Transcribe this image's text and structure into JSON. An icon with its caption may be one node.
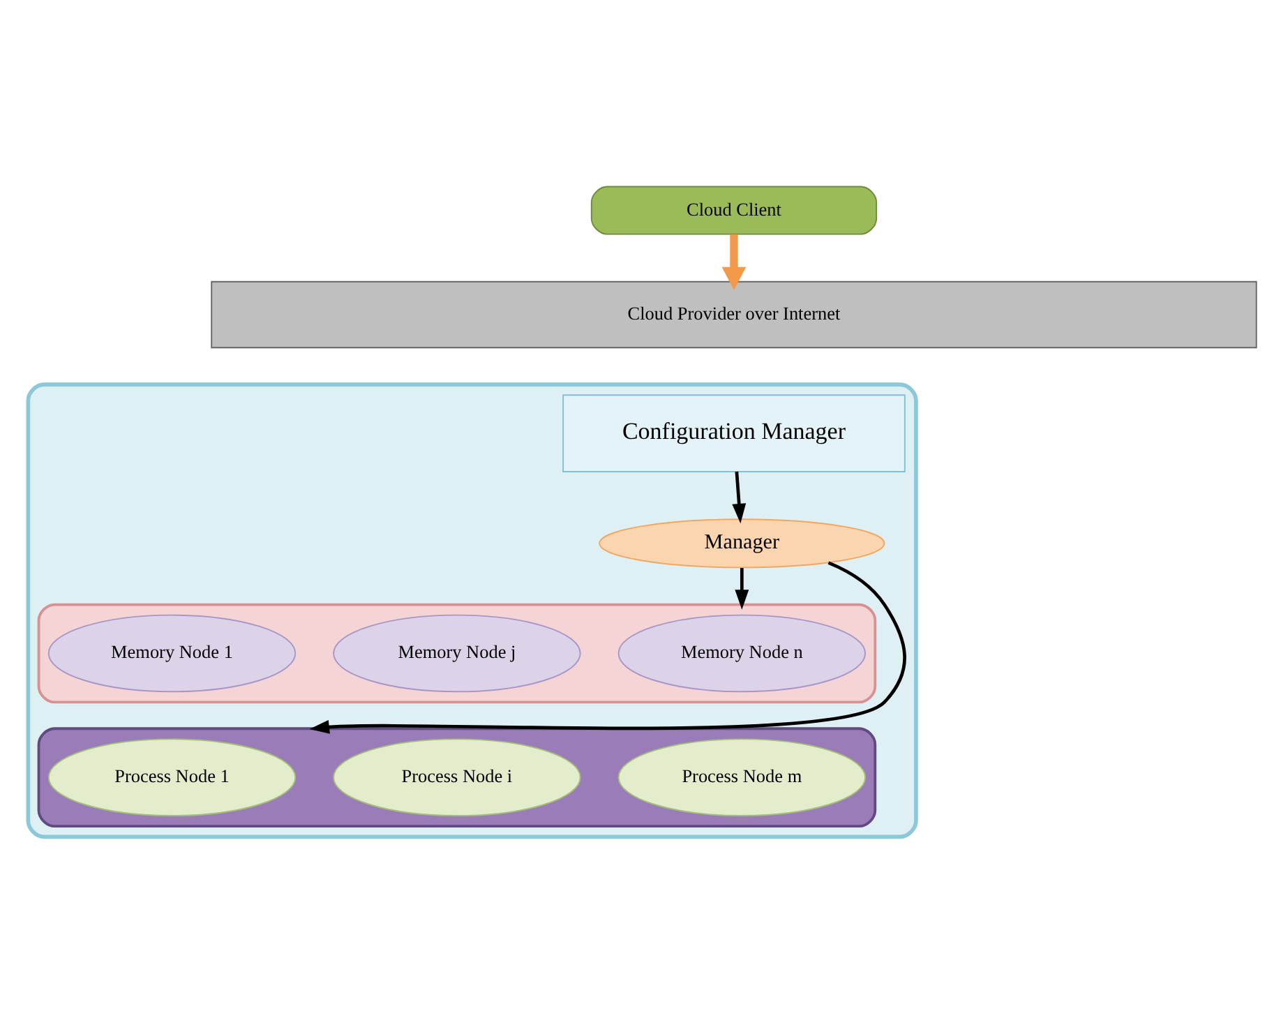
{
  "diagram": {
    "nodes": [
      {
        "text": [
          "Cloud Client"
        ]
      },
      {
        "text": [
          "Cloud Provider over Internet"
        ]
      },
      {
        "text": [],
        "shape": "cloud"
      },
      {
        "text": [
          "Configuration Manager"
        ],
        "in": 2
      },
      {
        "text": [
          "Manager"
        ],
        "in": 2
      },
      {
        "text": [],
        "shape": "box",
        "in": 2
      },
      {
        "text": [
          "Memory Node 1"
        ],
        "in": 5
      },
      {
        "text": [
          "Memory Node j"
        ],
        "in": 5
      },
      {
        "text": [
          "Memory Node n"
        ],
        "in": 5
      },
      {
        "text": [],
        "shape": "box",
        "in": 2
      },
      {
        "text": [
          "Process Node 1"
        ],
        "in": 9
      },
      {
        "text": [
          "Process Node i"
        ],
        "in": 9
      },
      {
        "text": [
          "Process Node m"
        ],
        "in": 9
      }
    ],
    "edges": [
      {
        "from": 0,
        "to": 1,
        "arrow": "to",
        "style": "thick",
        "color": "#f39a4a"
      },
      {
        "from": 3,
        "to": 4,
        "arrow": "to"
      },
      {
        "from": 4,
        "to": 5,
        "arrow": "to"
      },
      {
        "from": 4,
        "to": 9,
        "arrow": "to"
      }
    ]
  }
}
